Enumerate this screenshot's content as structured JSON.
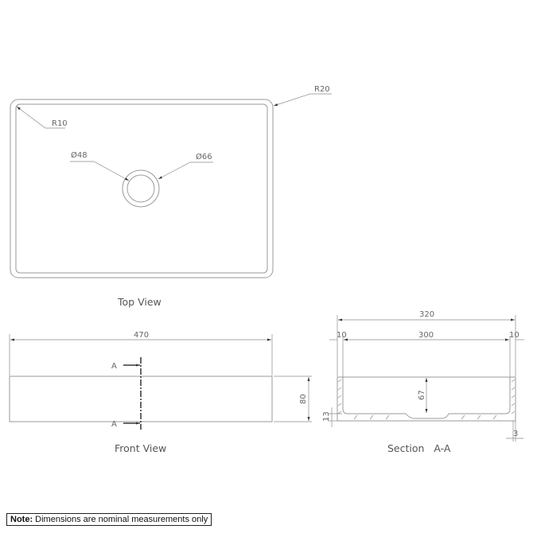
{
  "top_view": {
    "title": "Top View",
    "outer_radius": "R20",
    "inner_radius": "R10",
    "hole_inner": "Ø48",
    "hole_outer": "Ø66"
  },
  "front_view": {
    "title": "Front View",
    "width": "470",
    "height": "80",
    "section_marker_top": "A",
    "section_marker_bottom": "A"
  },
  "section_view": {
    "title": "Section   A-A",
    "overall_width": "320",
    "wall_left": "10",
    "inner_width": "300",
    "wall_right": "10",
    "depth": "67",
    "base_thickness": "13",
    "edge_thickness": "3"
  },
  "note": {
    "label": "Note:",
    "text": " Dimensions are nominal measurements only"
  }
}
